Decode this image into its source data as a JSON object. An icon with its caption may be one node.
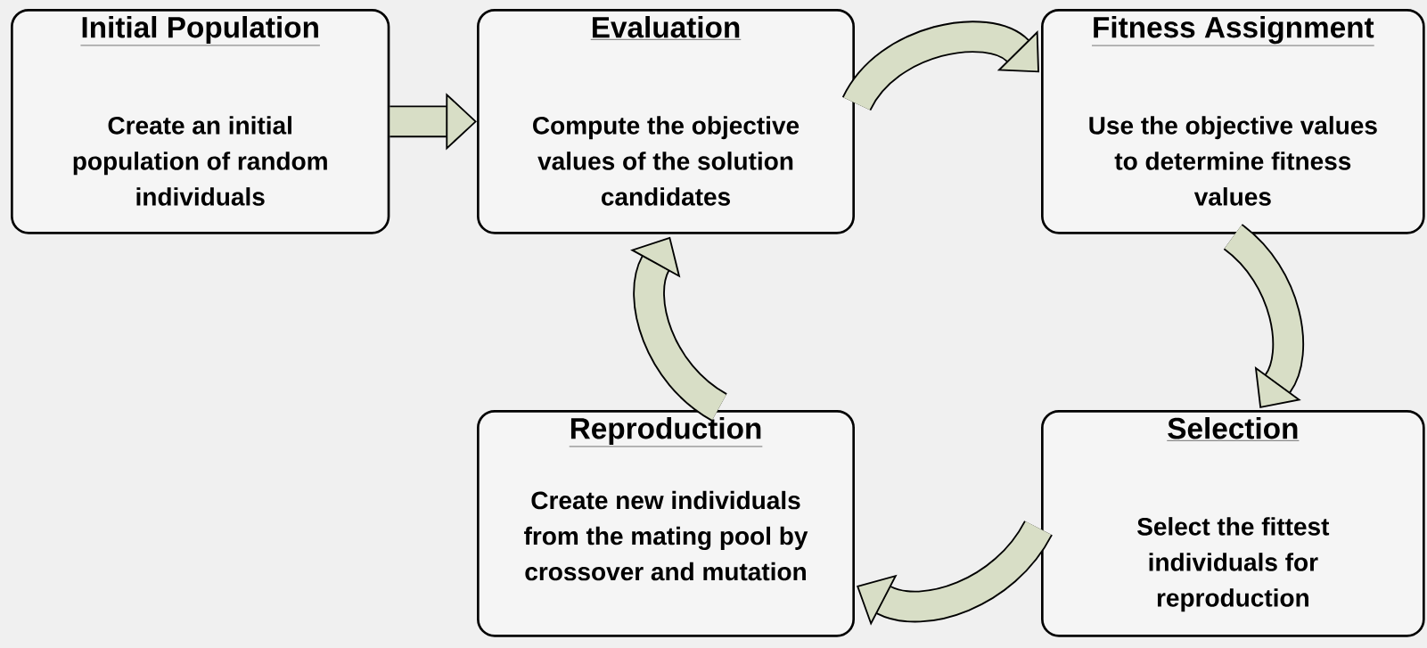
{
  "diagram": {
    "nodes": [
      {
        "text": [
          "Initial Population",
          "Create an initial population of random individuals"
        ]
      },
      {
        "text": [
          "Evaluation",
          "Compute the objective values of the solution candidates"
        ]
      },
      {
        "text": [
          "Fitness Assignment",
          "Use the objective values to determine fitness values"
        ]
      },
      {
        "text": [
          "Reproduction",
          "Create new individuals from the mating pool by crossover and mutation"
        ]
      },
      {
        "text": [
          "Selection",
          "Select the fittest individuals for reproduction"
        ]
      }
    ],
    "edges": [
      {
        "from": 0,
        "to": 1,
        "arrow": "to"
      },
      {
        "from": 1,
        "to": 2,
        "arrow": "to"
      },
      {
        "from": 2,
        "to": 4,
        "arrow": "to"
      },
      {
        "from": 4,
        "to": 3,
        "arrow": "to"
      },
      {
        "from": 3,
        "to": 1,
        "arrow": "to"
      }
    ]
  }
}
